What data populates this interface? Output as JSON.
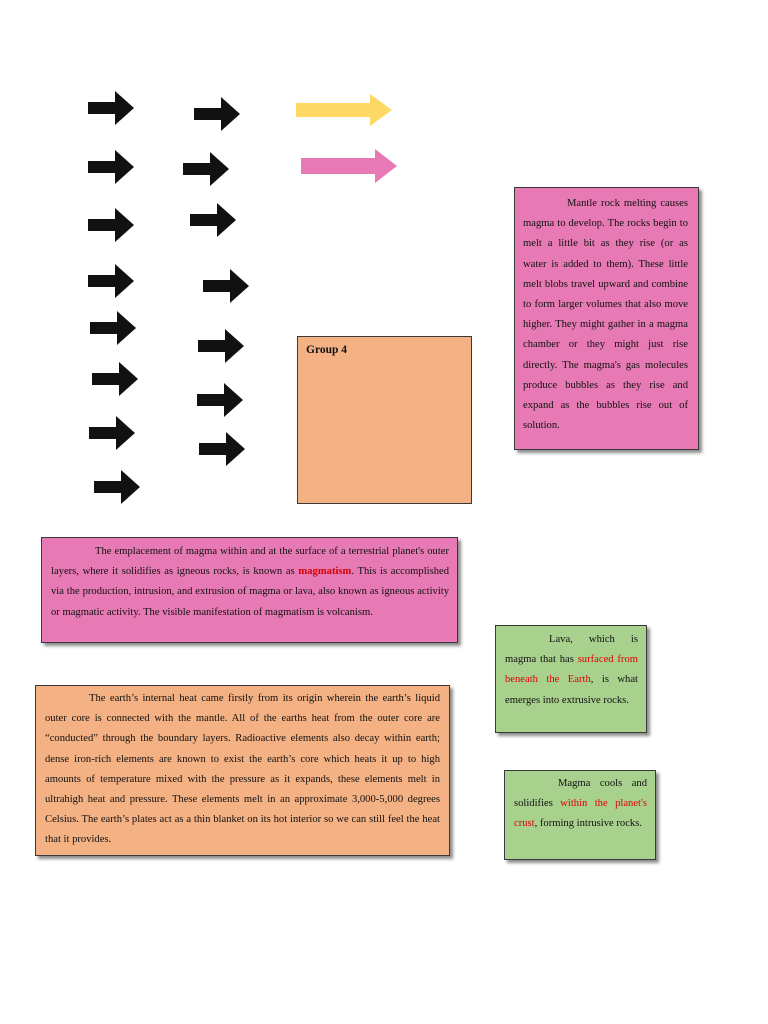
{
  "colors": {
    "pink": "#e77ab4",
    "peach": "#f4b183",
    "green": "#a9d18e",
    "yellow": "#ffd966",
    "black": "#111111",
    "highlight": "#e00000"
  },
  "arrows": {
    "icon": "right-arrow-icon",
    "black_count": 15,
    "legend": [
      {
        "color": "yellow",
        "icon": "right-arrow-icon"
      },
      {
        "color": "pink",
        "icon": "right-arrow-icon"
      }
    ]
  },
  "group_box": {
    "title": "Group 4"
  },
  "mantle_box": {
    "text": "Mantle rock melting causes magma to develop. The rocks begin to melt a little bit as they rise (or as water is added to them). These little melt blobs travel upward and combine to form larger volumes that also move higher. They might gather in a magma chamber or they might just rise directly. The magma's gas molecules produce bubbles as they rise and expand as the bubbles rise out of solution."
  },
  "magmatism_box": {
    "before": "The emplacement of magma within and at the surface of a terrestrial planet's outer layers, where it solidifies as igneous rocks, is known as ",
    "highlight": "magmatism",
    "after": ". This is accomplished via the production, intrusion, and extrusion of magma or lava, also known as igneous activity or magmatic activity. The visible manifestation of magmatism is volcanism."
  },
  "lava_box": {
    "before": "Lava, which is magma that has ",
    "highlight": "surfaced from beneath the Earth",
    "after": ", is what emerges into extrusive rocks."
  },
  "heat_box": {
    "text": "The earth’s internal heat came firstly from its origin wherein the earth’s liquid outer core is connected with the mantle.  All of the earths heat from the outer core are “conducted” through the boundary layers. Radioactive elements also decay within earth; dense iron-rich elements are known to exist the earth’s core which heats it up to high amounts of temperature mixed with the pressure as it expands, these elements melt in ultrahigh heat and pressure. These elements melt in an approximate 3,000-5,000 degrees Celsius. The earth’s plates act as a thin blanket on its hot interior so we can still feel the heat that it provides."
  },
  "magma_cools_box": {
    "before": "Magma cools and solidifies ",
    "highlight": "within the planet's crust",
    "after": ", forming intrusive rocks."
  }
}
